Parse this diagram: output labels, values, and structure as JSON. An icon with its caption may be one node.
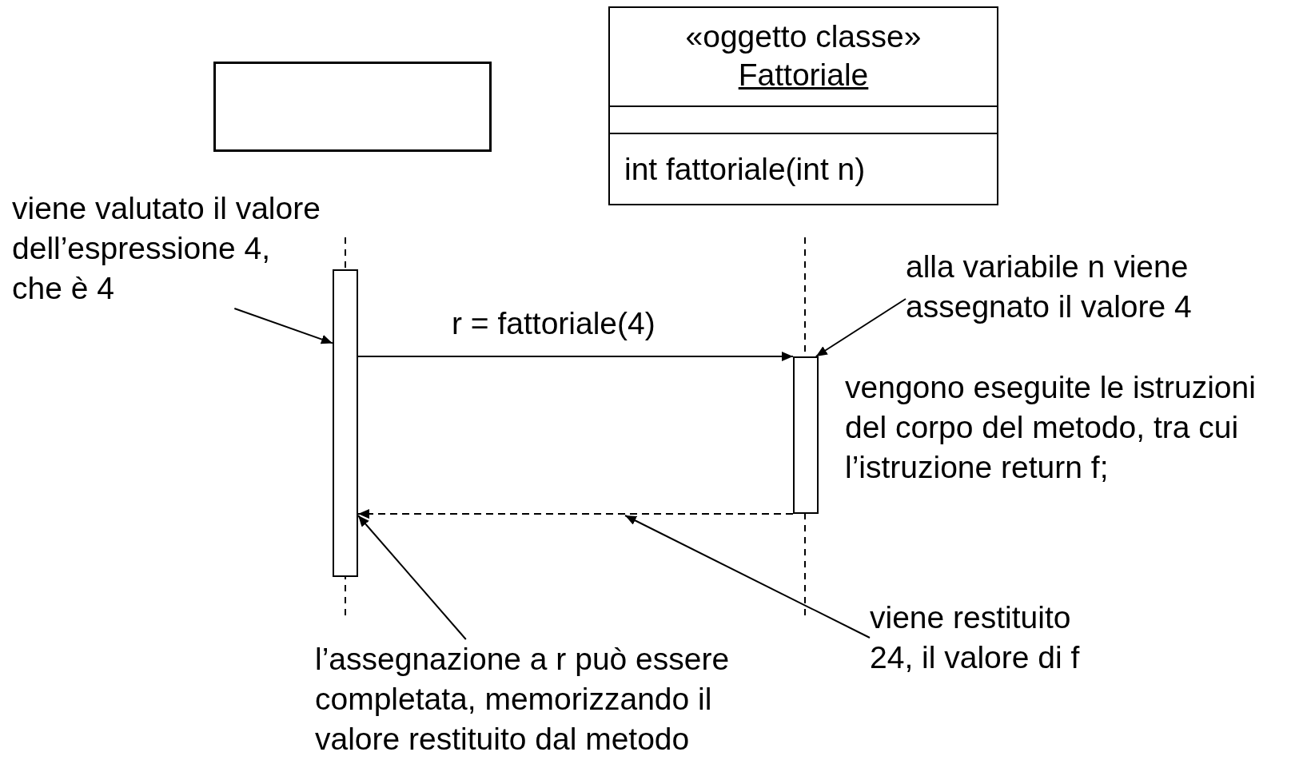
{
  "diagram": {
    "nodes": [
      {
        "text": [],
        "shape": "box"
      },
      {
        "text": [
          "«oggetto classe»",
          "Fattoriale",
          "int fattoriale(int n)"
        ]
      },
      {
        "text": [],
        "shape": "bar"
      },
      {
        "text": [],
        "shape": "bar"
      },
      {
        "text": [
          "viene valutato il valore dell’espressione 4, che è 4"
        ]
      },
      {
        "text": [
          "alla variabile n viene assegnato il valore 4"
        ]
      },
      {
        "text": [
          "viene restituito 24, il valore di f"
        ]
      },
      {
        "text": [
          "l’assegnazione a r può essere completata, memorizzando il valore restituito dal metodo"
        ]
      }
    ],
    "edges": [
      {
        "from": 2,
        "to": 3,
        "arrow": "to",
        "label": "r = fattoriale(4)"
      },
      {
        "from": 3,
        "to": 2,
        "arrow": "to",
        "style": "dashed"
      },
      {
        "from": 4,
        "to": 2,
        "arrow": "to"
      },
      {
        "from": 5,
        "to": 3,
        "arrow": "to"
      },
      {
        "from": 6,
        "to": null,
        "arrow": "to"
      },
      {
        "from": 7,
        "to": 2,
        "arrow": "to"
      }
    ],
    "labels": [
      "vengono eseguite le istruzioni del corpo del metodo, tra cui l’istruzione return f;"
    ]
  }
}
